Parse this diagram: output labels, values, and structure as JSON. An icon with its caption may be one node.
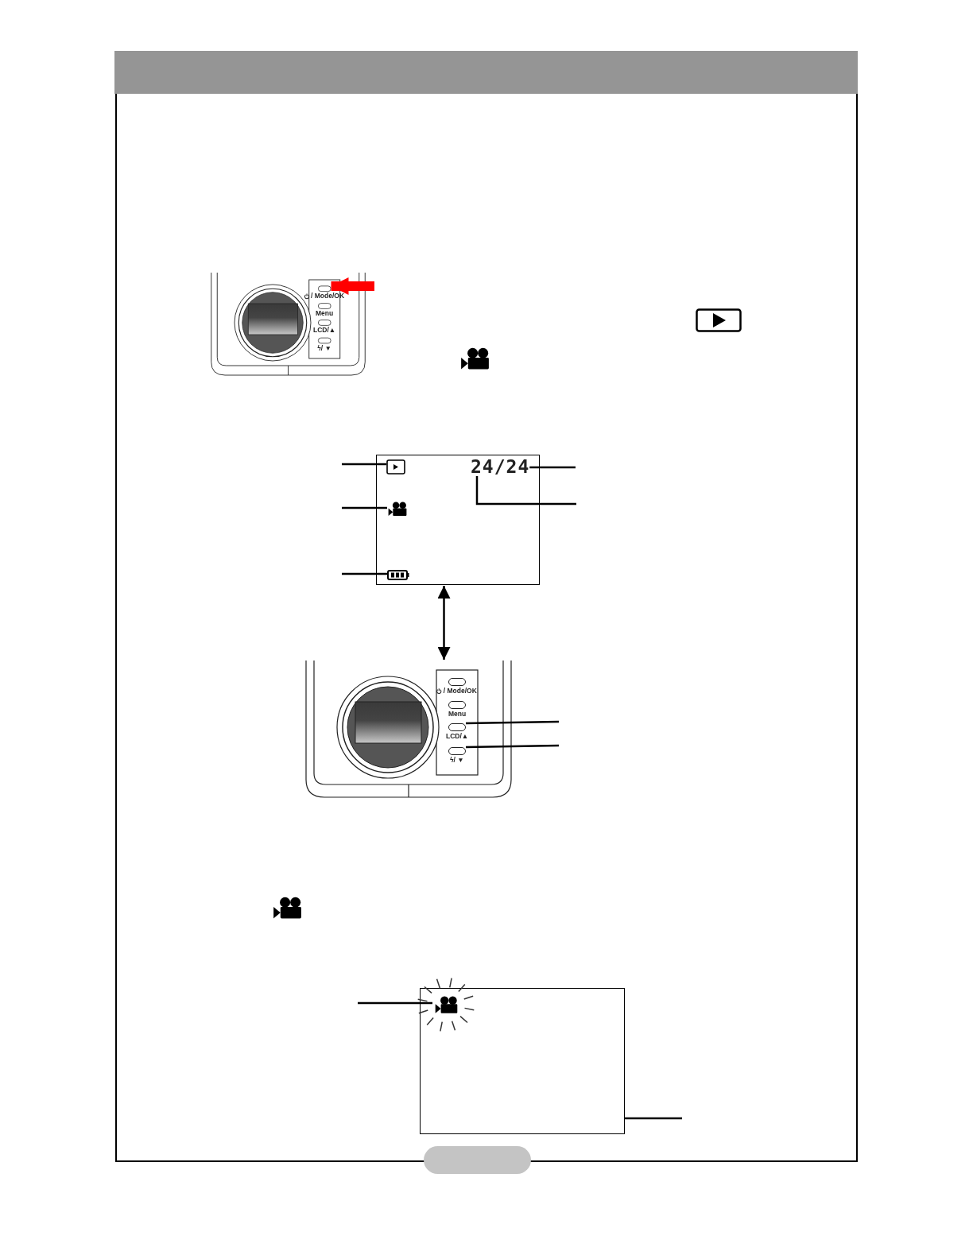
{
  "diagram": {
    "nodes": [
      {
        "text": [
          "/ Mode/OK",
          "Menu",
          "LCD/▲",
          "ϟ/ ▼"
        ]
      },
      {
        "text": [],
        "shape": "button",
        "in": 0
      },
      {
        "text": [],
        "shape": "box"
      },
      {
        "text": [],
        "shape": "icon",
        "in": 2
      },
      {
        "text": [],
        "shape": "icon",
        "in": 2
      },
      {
        "text": [],
        "shape": "icon",
        "in": 2
      },
      {
        "text": [
          "24/24"
        ],
        "in": 2
      },
      {
        "text": [
          "/ Mode/OK",
          "Menu",
          "LCD/▲",
          "ϟ/ ▼"
        ]
      },
      {
        "text": [],
        "shape": "button",
        "in": 7
      },
      {
        "text": [],
        "shape": "button",
        "in": 7
      },
      {
        "text": [],
        "shape": "box"
      },
      {
        "text": [],
        "shape": "icon",
        "in": 10
      }
    ],
    "edges": [
      {
        "from": null,
        "to": 1,
        "arrow": "to",
        "style": "thick",
        "color": "#ff0000"
      },
      {
        "from": null,
        "to": 3,
        "arrow": "none"
      },
      {
        "from": null,
        "to": 4,
        "arrow": "none"
      },
      {
        "from": null,
        "to": 5,
        "arrow": "none"
      },
      {
        "from": null,
        "to": 6,
        "arrow": "none"
      },
      {
        "from": null,
        "to": 6,
        "arrow": "none"
      },
      {
        "from": 2,
        "to": 7,
        "arrow": "both"
      },
      {
        "from": null,
        "to": 8,
        "arrow": "none"
      },
      {
        "from": null,
        "to": 9,
        "arrow": "none"
      },
      {
        "from": null,
        "to": 11,
        "arrow": "none"
      },
      {
        "from": null,
        "to": 10,
        "arrow": "none"
      }
    ]
  }
}
